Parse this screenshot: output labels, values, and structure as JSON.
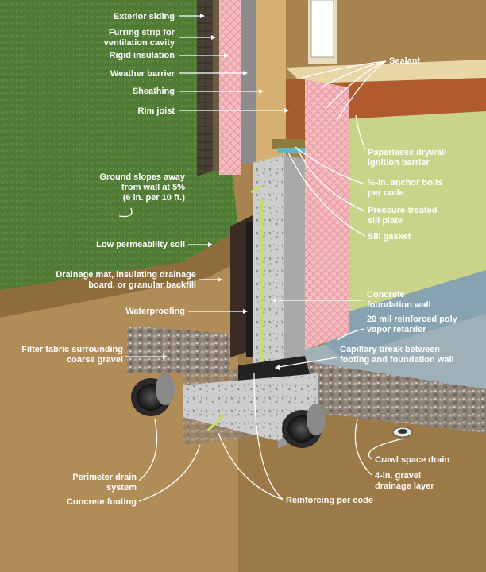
{
  "labels": {
    "exterior_siding": "Exterior siding",
    "furring_strip_1": "Furring strip for",
    "furring_strip_2": "ventilation cavity",
    "rigid_insulation": "Rigid insulation",
    "weather_barrier": "Weather barrier",
    "sheathing": "Sheathing",
    "rim_joist": "Rim joist",
    "sealant": "Sealant",
    "ground_slopes_1": "Ground slopes away",
    "ground_slopes_2": "from wall at 5%",
    "ground_slopes_3": "(6 in. per 10 ft.)",
    "paperless_1": "Paperlesss drywall",
    "paperless_2": "ignition barrier",
    "anchor_bolts_1": "½-in. anchor bolts",
    "anchor_bolts_2": "per code",
    "sill_plate_1": "Pressure-treated",
    "sill_plate_2": "sill plate",
    "sill_gasket": "Sill gasket",
    "low_perm_soil": "Low permeability soil",
    "drainage_mat_1": "Drainage mat, insulating drainage",
    "drainage_mat_2": "board, or granular backfill",
    "waterproofing": "Waterproofing",
    "concrete_wall_1": "Concrete",
    "concrete_wall_2": "foundation wall",
    "vapor_retarder_1": "20 mil reinforced poly",
    "vapor_retarder_2": "vapor retarder",
    "filter_fabric_1": "Filter fabric surrounding",
    "filter_fabric_2": "coarse gravel",
    "capillary_1": "Capillary break between",
    "capillary_2": "footing and foundation wall",
    "crawl_drain": "Crawl space drain",
    "gravel_layer_1": "4-in. gravel",
    "gravel_layer_2": "drainage layer",
    "perimeter_drain_1": "Perimeter drain",
    "perimeter_drain_2": "system",
    "concrete_footing": "Concrete footing",
    "reinforcing": "Reinforcing per code"
  },
  "colors": {
    "grass": "#4f7a34",
    "soil": "#a6834f",
    "concrete": "#c9c9c9",
    "insulation": "#f2b9bd",
    "drywall": "#c9d48a",
    "crawl_floor": "#9fb0b9",
    "rim_joist": "#b05a2e",
    "rebar": "#bfe35a"
  }
}
